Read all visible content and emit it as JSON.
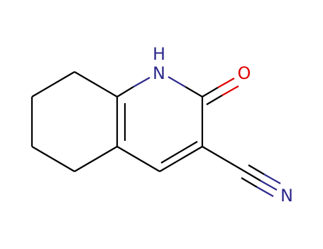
{
  "molecule": {
    "atoms": [
      {
        "id": "n1",
        "symbol": "N",
        "color": "#2e2a8c"
      },
      {
        "id": "h1",
        "symbol": "H",
        "color": "#2e2a8c"
      },
      {
        "id": "o1",
        "symbol": "O",
        "color": "#e00000"
      },
      {
        "id": "n2",
        "symbol": "N",
        "color": "#2e2a8c"
      }
    ],
    "bond_color": "#000000"
  }
}
